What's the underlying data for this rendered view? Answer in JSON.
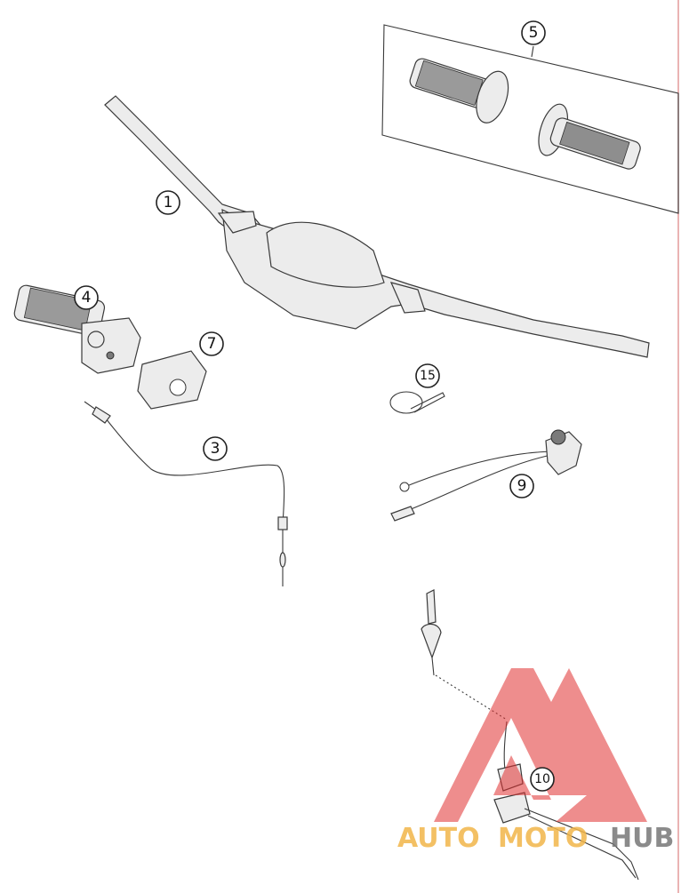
{
  "callouts": [
    {
      "id": "handlebar",
      "label": "1"
    },
    {
      "id": "throttle-cable",
      "label": "3"
    },
    {
      "id": "throttle-grip",
      "label": "4"
    },
    {
      "id": "grip-set",
      "label": "5"
    },
    {
      "id": "throttle-cover",
      "label": "7"
    },
    {
      "id": "kill-switch",
      "label": "9"
    },
    {
      "id": "emergency-stop-switch",
      "label": "10"
    },
    {
      "id": "cable-tie",
      "label": "15"
    }
  ],
  "watermark": {
    "word1": "AUTO",
    "word2": "MOTO",
    "word3": "HUB",
    "color_logo": "#e03030",
    "color_word1": "#f2b64a",
    "color_word2": "#f2b64a",
    "color_word3": "#777777"
  }
}
